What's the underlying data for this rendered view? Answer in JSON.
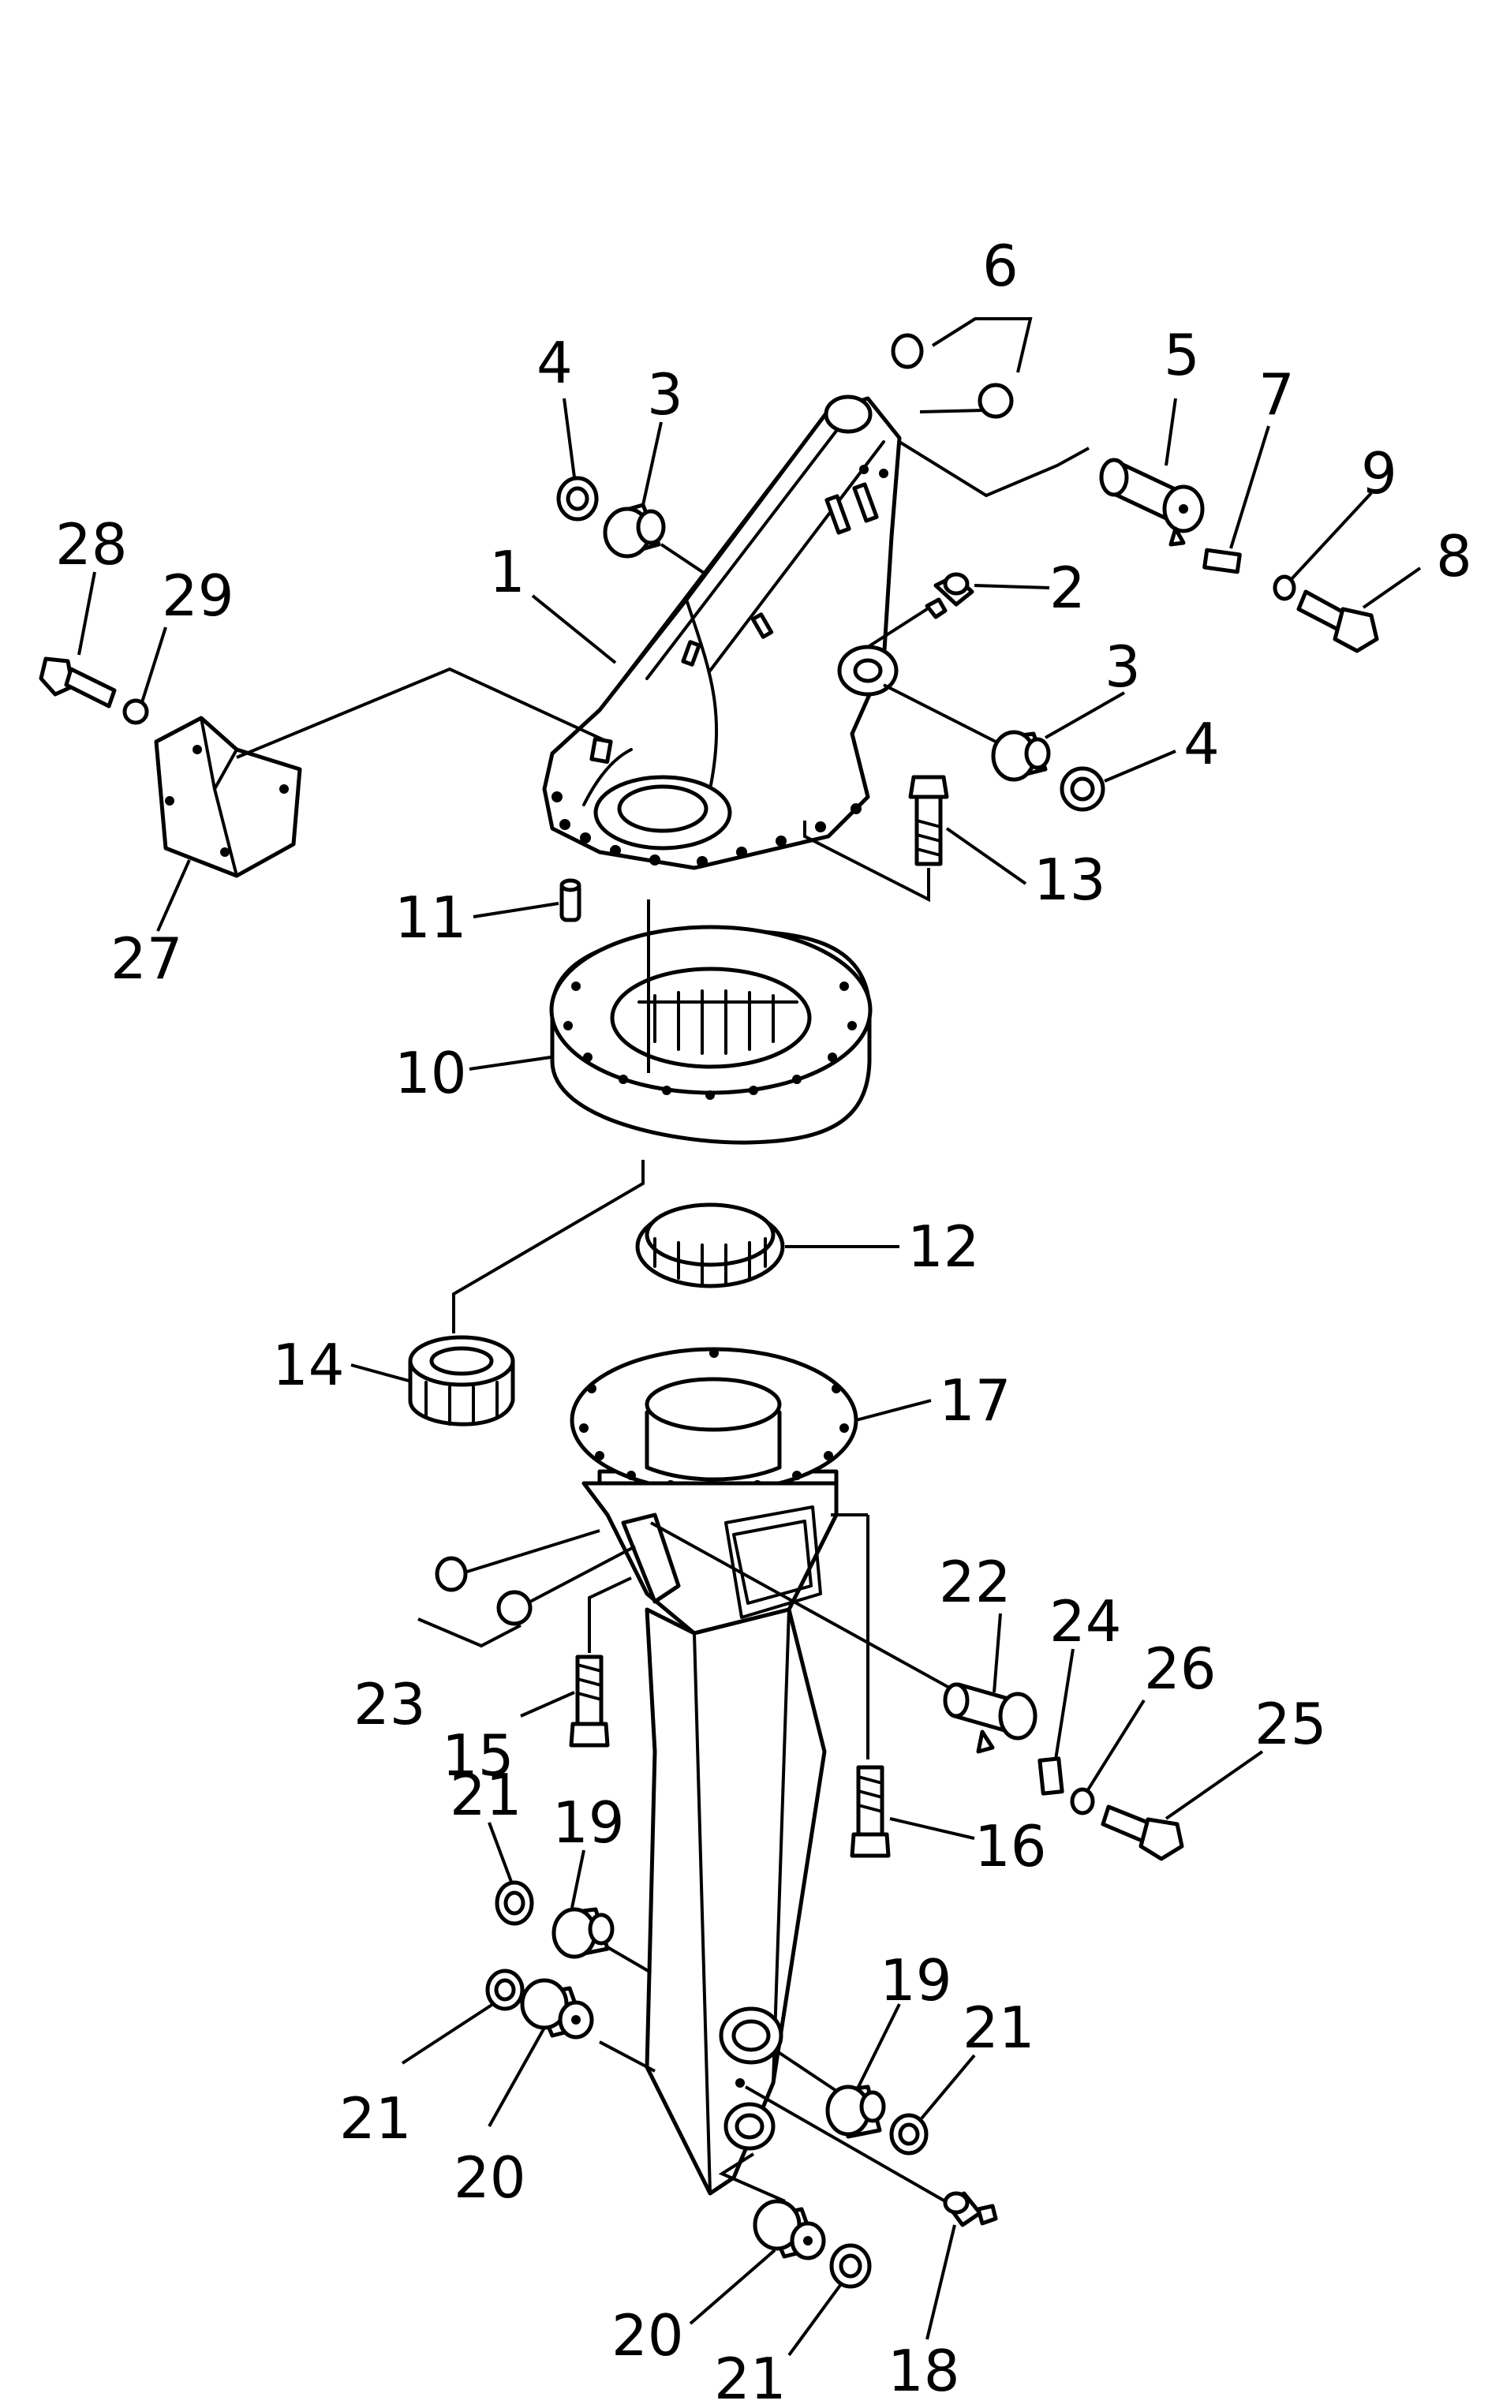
{
  "diagram": {
    "callouts": [
      {
        "id": "c6",
        "text": "6"
      },
      {
        "id": "c5",
        "text": "5"
      },
      {
        "id": "c7",
        "text": "7"
      },
      {
        "id": "c9",
        "text": "9"
      },
      {
        "id": "c8",
        "text": "8"
      },
      {
        "id": "c4a",
        "text": "4"
      },
      {
        "id": "c3a",
        "text": "3"
      },
      {
        "id": "c2",
        "text": "2"
      },
      {
        "id": "c3b",
        "text": "3"
      },
      {
        "id": "c4b",
        "text": "4"
      },
      {
        "id": "c1",
        "text": "1"
      },
      {
        "id": "c28",
        "text": "28"
      },
      {
        "id": "c29",
        "text": "29"
      },
      {
        "id": "c27",
        "text": "27"
      },
      {
        "id": "c13",
        "text": "13"
      },
      {
        "id": "c11",
        "text": "11"
      },
      {
        "id": "c10",
        "text": "10"
      },
      {
        "id": "c12",
        "text": "12"
      },
      {
        "id": "c14",
        "text": "14"
      },
      {
        "id": "c17",
        "text": "17"
      },
      {
        "id": "c22",
        "text": "22"
      },
      {
        "id": "c24",
        "text": "24"
      },
      {
        "id": "c26",
        "text": "26"
      },
      {
        "id": "c25",
        "text": "25"
      },
      {
        "id": "c23",
        "text": "23"
      },
      {
        "id": "c15",
        "text": "15"
      },
      {
        "id": "c16",
        "text": "16"
      },
      {
        "id": "c21a",
        "text": "21"
      },
      {
        "id": "c19a",
        "text": "19"
      },
      {
        "id": "c21b",
        "text": "21"
      },
      {
        "id": "c20a",
        "text": "20"
      },
      {
        "id": "c19b",
        "text": "19"
      },
      {
        "id": "c21c",
        "text": "21"
      },
      {
        "id": "c20b",
        "text": "20"
      },
      {
        "id": "c21d",
        "text": "21"
      },
      {
        "id": "c18",
        "text": "18"
      }
    ]
  }
}
